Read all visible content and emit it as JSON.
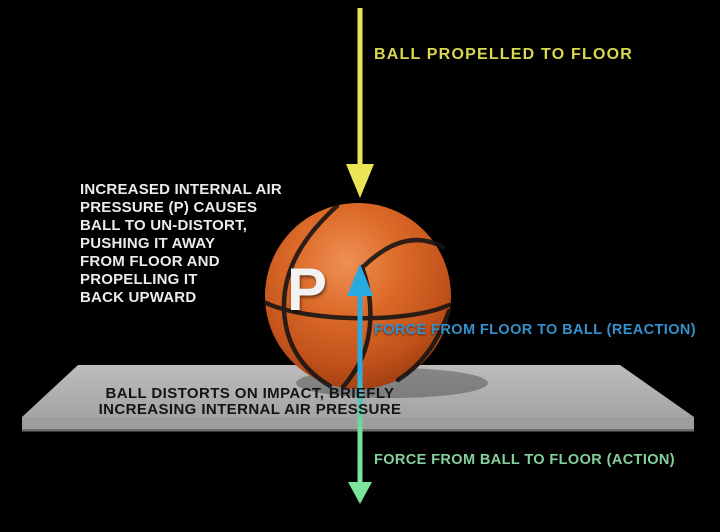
{
  "diagram": {
    "propelled_label": "BALL PROPELLED TO FLOOR",
    "pressure_symbol": "P",
    "internal_pressure_note": {
      "lines": [
        "INCREASED INTERNAL AIR",
        "PRESSURE (P) CAUSES",
        "BALL TO UN-DISTORT,",
        "PUSHING IT AWAY",
        "FROM FLOOR AND",
        "PROPELLING IT",
        "BACK UPWARD"
      ]
    },
    "reaction_label": "FORCE FROM FLOOR TO BALL (REACTION)",
    "action_label": "FORCE FROM BALL TO FLOOR (ACTION)",
    "floor_note": {
      "lines": [
        "BALL DISTORTS ON IMPACT, BRIEFLY",
        "INCREASING INTERNAL AIR PRESSURE"
      ]
    }
  },
  "colors": {
    "background": "#000000",
    "propelled_text": "#d9d850",
    "propelled_arrow": "#e9e556",
    "reaction_text": "#3590cc",
    "reaction_arrow": "#29abe2",
    "action_text": "#85cf9c",
    "action_arrow": "#7de29c",
    "note_text": "#ebebeb",
    "floor_top": "#b0b0b0",
    "floor_front": "#9d9d9d",
    "floor_text": "#141414",
    "ball_orange": "#d4611f",
    "seam_black": "#141414"
  }
}
